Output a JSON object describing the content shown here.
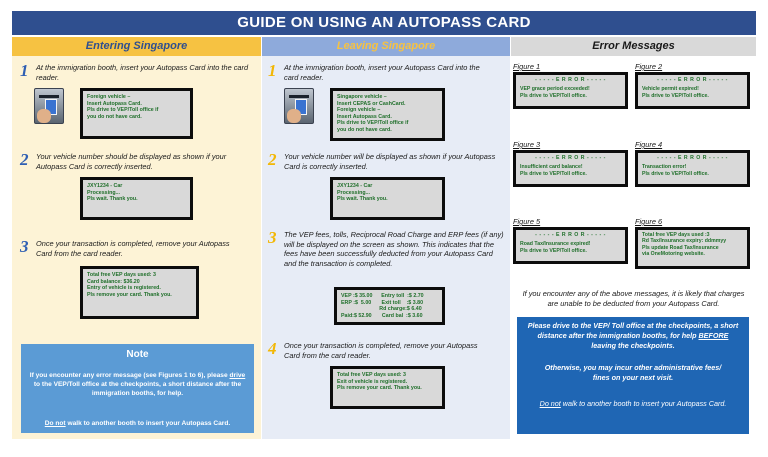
{
  "title": "GUIDE ON USING AN AUTOPASS CARD",
  "entering": {
    "heading": "Entering Singapore",
    "steps": [
      {
        "num": "1",
        "text": "At the immigration booth, insert your Autopass Card into the card reader.",
        "screen": [
          "Foreign vehicle –",
          "Insert Autopass Card.",
          "",
          "Pls drive to VEP/Toll office if",
          "you do not have card."
        ]
      },
      {
        "num": "2",
        "text": "Your vehicle number should be displayed as shown if your Autopass Card is correctly inserted.",
        "screen": [
          "JXY1234 - Car",
          "",
          "Processing...",
          "Pls wait. Thank you."
        ]
      },
      {
        "num": "3",
        "text": "Once your transaction is completed, remove your Autopass Card from the card reader.",
        "screen": [
          "Total free VEP days used: 3",
          "Card balance: $36.20",
          "Entry of vehicle is registered.",
          "",
          "Pls remove your card. Thank you."
        ]
      }
    ],
    "note": {
      "title": "Note",
      "body_1": "If you encounter any error message (see Figures 1 to 6), please ",
      "body_drive": "drive",
      "body_2": " to the VEP/Toll office at the checkpoints, a short distance after the immigration booths, for help.",
      "foot_do_not": "Do not",
      "foot_rest": " walk to another booth to insert your Autopass Card."
    }
  },
  "leaving": {
    "heading": "Leaving Singapore",
    "steps": [
      {
        "num": "1",
        "text": "At the immigration booth, insert your Autopass Card into the card reader.",
        "screen": [
          "Singapore vehicle –",
          "Insert CEPAS or CashCard.",
          "Foreign vehicle –",
          "Insert Autopass Card.",
          "Pls drive to VEP/Toll office if",
          "you do not have card."
        ]
      },
      {
        "num": "2",
        "text": "Your vehicle number will be displayed as shown if your Autopass Card is correctly inserted.",
        "screen": [
          "JXY1234 - Car",
          "",
          "Processing...",
          "Pls wait. Thank you."
        ]
      },
      {
        "num": "3",
        "text": "The VEP fees, tolls, Reciprocal Road Charge and ERP fees (if any) will be displayed on the screen as shown. This indicates that the fees have been successfully deducted from your Autopass Card and the transaction is completed.",
        "screen": [
          "VEP :$ 35.00      Entry toll  :$ 2.70",
          "ERP :$  5.00       Exit toll    :$ 3.80",
          "                          Rd charge:$ 6.40",
          "Paid:$ 52.90       Card bal  :$ 3.60"
        ]
      },
      {
        "num": "4",
        "text": "Once your transaction is completed, remove your Autopass Card from the card reader.",
        "screen": [
          "Total free VEP days used: 3",
          "Exit of vehicle is registered.",
          "",
          "Pls remove your card. Thank you."
        ]
      }
    ]
  },
  "errors": {
    "heading": "Error Messages",
    "figures": [
      {
        "label": "Figure 1",
        "error": "- - - - - E R R O R - - - - -",
        "lines": [
          "VEP grace period exceeded!",
          "Pls drive to VEP/Toll office."
        ]
      },
      {
        "label": "Figure 2",
        "error": "- - - - - E R R O R - - - - -",
        "lines": [
          "Vehicle permit expired!",
          "Pls drive to VEP/Toll office."
        ]
      },
      {
        "label": "Figure 3",
        "error": "- - - - - E R R O R - - - - -",
        "lines": [
          "Insufficient card balance!",
          "Pls drive to VEP/Toll office."
        ]
      },
      {
        "label": "Figure 4",
        "error": "- - - - - E R R O R - - - - -",
        "lines": [
          "Transaction error!",
          "Pls drive to VEP/Toll office."
        ]
      },
      {
        "label": "Figure 5",
        "error": "- - - - - E R R O R - - - - -",
        "lines": [
          "Road Tax/Insurance expired!",
          "Pls drive to VEP/Toll office."
        ]
      },
      {
        "label": "Figure 6",
        "error": "",
        "lines": [
          "Total free VEP days used :3",
          "Rd Tax/Insurance expiry: ddmmyy",
          "Pls update Road Tax/Insurance",
          "via OneMotoring website."
        ]
      }
    ],
    "warning": "If you encounter any of the above messages, it is likely that charges are unable to be deducted from your Autopass Card.",
    "blue_p1_a": "Please drive to the VEP/ Toll office at the checkpoints, a short distance after the immigration booths, for help ",
    "blue_p1_before": "BEFORE",
    "blue_p1_b": " leaving the checkpoints.",
    "blue_p2": "Otherwise, you may incur other administrative fees/ fines on your next visit.",
    "blue_foot_do_not": "Do not",
    "blue_foot_rest": " walk to another booth to insert your Autopass Card."
  }
}
